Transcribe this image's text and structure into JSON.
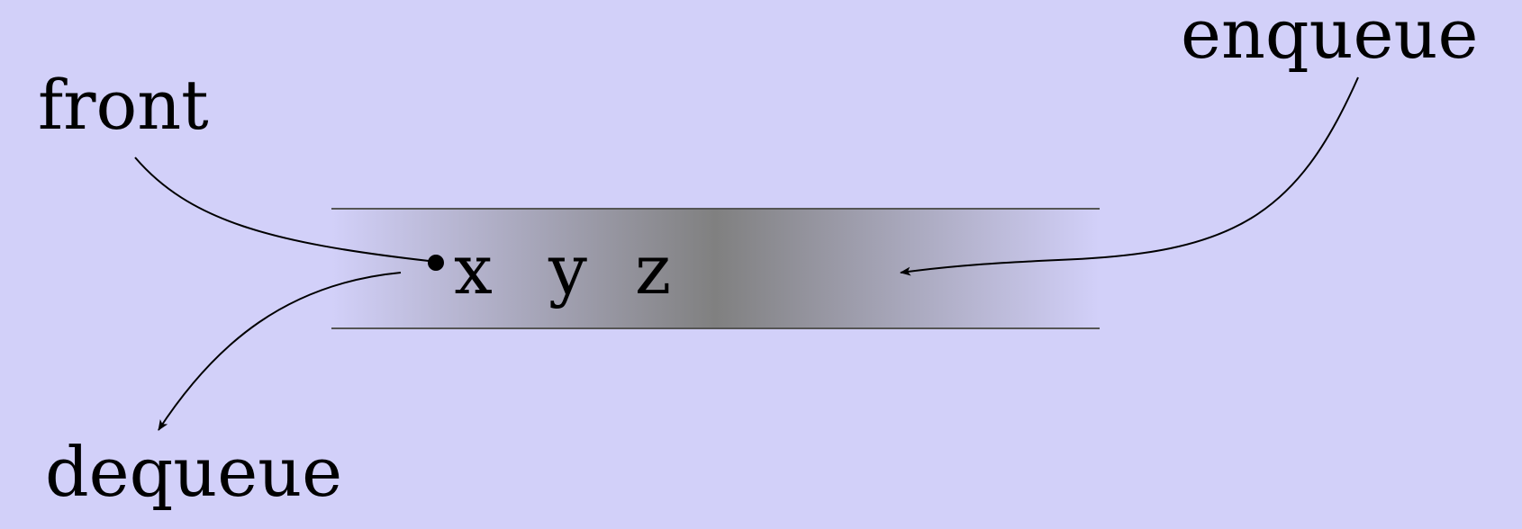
{
  "labels": {
    "front": "front",
    "enqueue": "enqueue",
    "dequeue": "dequeue"
  },
  "queue": {
    "items": [
      "x",
      "y",
      "z"
    ]
  },
  "colors": {
    "background": "#d2d0f9",
    "tube_center": "#808080",
    "tube_edge": "#d2d0f9",
    "outline": "#555555",
    "text": "#000000"
  }
}
